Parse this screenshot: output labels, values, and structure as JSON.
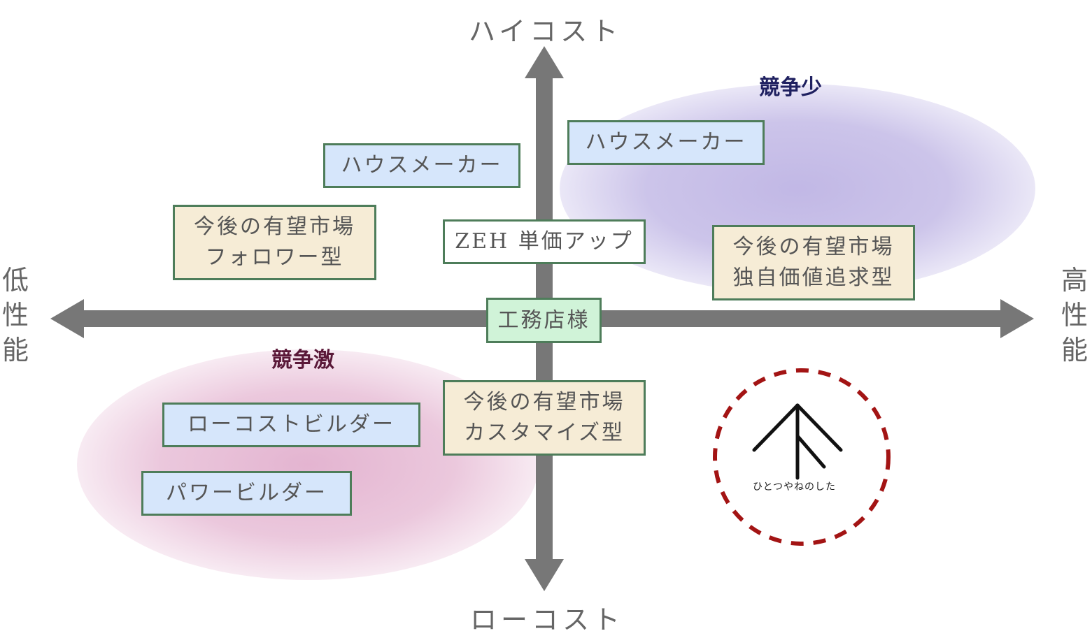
{
  "axes": {
    "top": "ハイコスト",
    "bottom": "ローコスト",
    "left": "低性能",
    "right": "高性能"
  },
  "zones": {
    "few": "競争少",
    "fierce": "競争激"
  },
  "boxes": {
    "housemaker_right": "ハウスメーカー",
    "housemaker_left": "ハウスメーカー",
    "follower": [
      "今後の有望市場",
      "フォロワー型"
    ],
    "zeh": "ZEH 単価アップ",
    "unique": [
      "今後の有望市場",
      "独自価値追求型"
    ],
    "center": "工務店様",
    "lowcost": "ローコストビルダー",
    "power": "パワービルダー",
    "customize": [
      "今後の有望市場",
      "カスタマイズ型"
    ]
  },
  "logo": {
    "text": "ひとつやねのした"
  },
  "colors": {
    "axis": "#777777",
    "box_border": "#4e7d5a",
    "blue_fill": "#d6e6fb",
    "beige_fill": "#f6ecd6",
    "green_fill": "#d0f3d8",
    "logo_ring": "#a31414",
    "zone_few": "#1f2060",
    "zone_fierce": "#5a1838"
  }
}
